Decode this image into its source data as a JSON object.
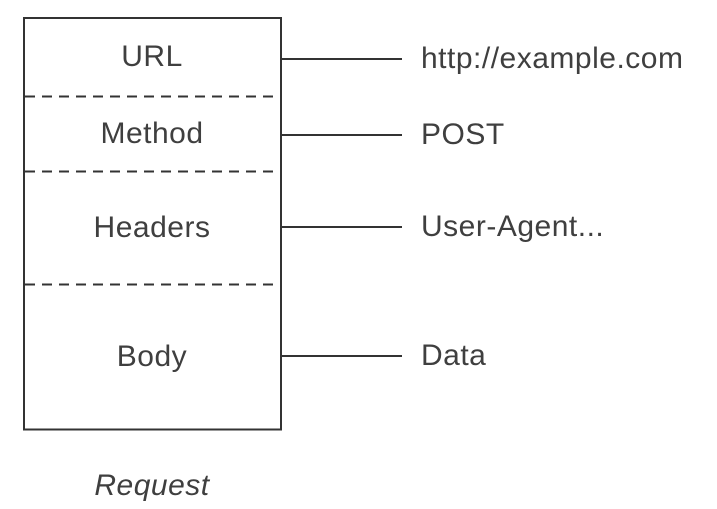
{
  "diagram": {
    "caption": "Request",
    "rows": [
      {
        "field": "URL",
        "value": "http://example.com"
      },
      {
        "field": "Method",
        "value": "POST"
      },
      {
        "field": "Headers",
        "value": "User-Agent..."
      },
      {
        "field": "Body",
        "value": "Data"
      }
    ],
    "colors": {
      "line": "#333333",
      "text": "#3f3f3f",
      "background": "#ffffff"
    }
  }
}
